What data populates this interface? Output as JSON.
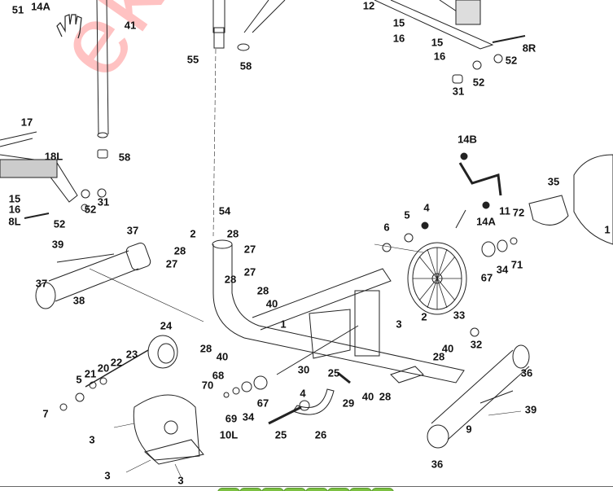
{
  "diagram": {
    "watermark": "ekla",
    "labels": [
      "51",
      "14A",
      "41",
      "55",
      "58",
      "12",
      "15",
      "16",
      "15",
      "16",
      "52",
      "8R",
      "52",
      "31",
      "17",
      "18L",
      "58",
      "15",
      "16",
      "31",
      "52",
      "8L",
      "52",
      "39",
      "37",
      "37",
      "38",
      "2",
      "54",
      "28",
      "28",
      "27",
      "27",
      "27",
      "28",
      "28",
      "40",
      "1",
      "24",
      "28",
      "40",
      "14B",
      "4",
      "5",
      "6",
      "14A",
      "11",
      "72",
      "35",
      "67",
      "34",
      "71",
      "33",
      "3",
      "2",
      "32",
      "40",
      "28",
      "23",
      "22",
      "20",
      "21",
      "5",
      "70",
      "68",
      "69",
      "34",
      "67",
      "30",
      "4",
      "25",
      "29",
      "40",
      "28",
      "36",
      "39",
      "9",
      "36",
      "7",
      "3",
      "10L",
      "25",
      "26",
      "3",
      "3",
      "1"
    ]
  },
  "colors": {
    "line": "#222222",
    "watermark": "#ff5050",
    "button": "#7cc142"
  }
}
